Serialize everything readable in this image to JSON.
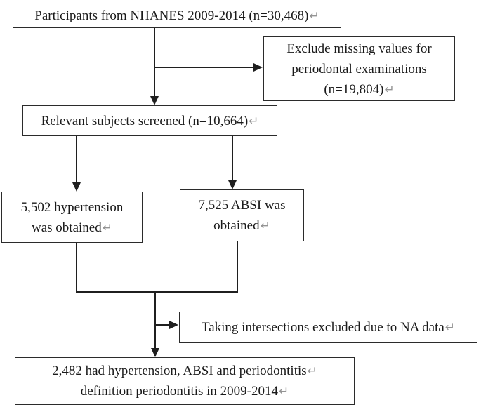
{
  "glyphs": {
    "return_mark": "↵"
  },
  "colors": {
    "background": "#ffffff",
    "box_border": "#2b2b2b",
    "connector_line": "#1f1f1f",
    "text": "#1a1a1a",
    "return_mark": "#949494"
  },
  "boxes": {
    "participants": {
      "lines": [
        "Participants from NHANES 2009-2014 (n=30,468)"
      ]
    },
    "exclude_missing": {
      "lines": [
        "Exclude missing values for",
        "periodontal examinations",
        "(n=19,804)"
      ]
    },
    "relevant_screened": {
      "lines": [
        "Relevant subjects screened (n=10,664)"
      ]
    },
    "hypertension": {
      "lines": [
        "5,502 hypertension",
        "was obtained"
      ]
    },
    "absi": {
      "lines": [
        "7,525 ABSI was",
        "obtained"
      ]
    },
    "taking_intersections": {
      "lines": [
        "Taking intersections excluded due to NA data"
      ]
    },
    "final_sample": {
      "lines": [
        "2,482 had hypertension, ABSI and periodontitis",
        "definition periodontitis in 2009-2014"
      ]
    }
  }
}
